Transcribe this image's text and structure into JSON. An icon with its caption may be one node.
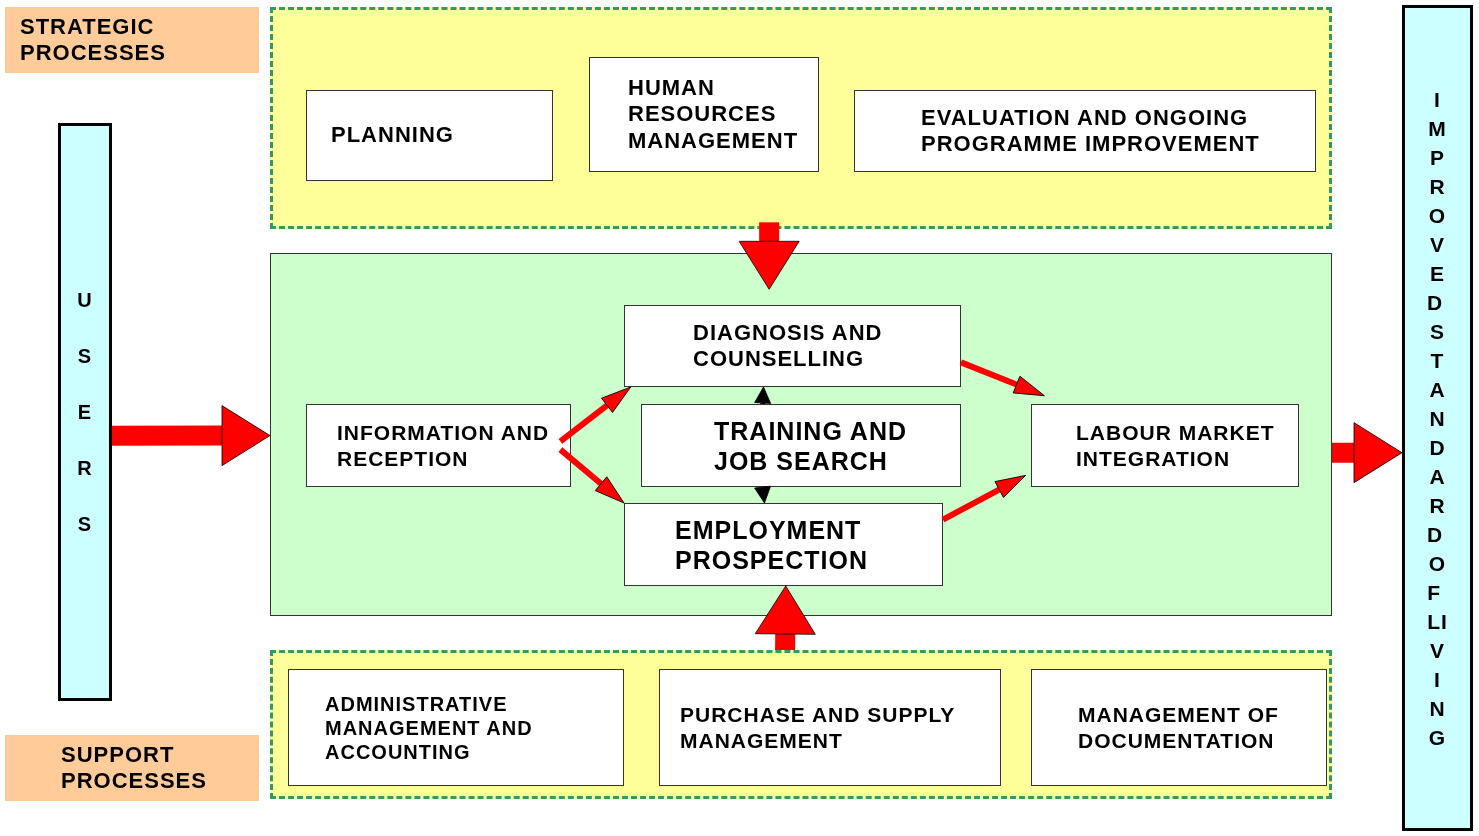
{
  "diagram": {
    "nodes": [
      {
        "text": [
          "STRATEGIC PROCESSES"
        ]
      },
      {
        "text": [],
        "shape": "box"
      },
      {
        "text": [
          "PLANNING"
        ],
        "in": 1
      },
      {
        "text": [
          "HUMAN RESOURCES MANAGEMENT"
        ],
        "in": 1
      },
      {
        "text": [
          "EVALUATION AND ONGOING PROGRAMME IMPROVEMENT"
        ],
        "in": 1
      },
      {
        "text": [
          "USERS"
        ]
      },
      {
        "text": [],
        "shape": "box"
      },
      {
        "text": [
          "INFORMATION AND RECEPTION"
        ],
        "in": 6
      },
      {
        "text": [
          "DIAGNOSIS AND COUNSELLING"
        ],
        "in": 6
      },
      {
        "text": [
          "TRAINING AND JOB SEARCH"
        ],
        "in": 6
      },
      {
        "text": [
          "EMPLOYMENT PROSPECTION"
        ],
        "in": 6
      },
      {
        "text": [
          "LABOUR MARKET INTEGRATION"
        ],
        "in": 6
      },
      {
        "text": [
          "IMPROVED STANDARD OF LIVING"
        ]
      },
      {
        "text": [],
        "shape": "box"
      },
      {
        "text": [
          "ADMINISTRATIVE MANAGEMENT AND ACCOUNTING"
        ],
        "in": 13
      },
      {
        "text": [
          "PURCHASE AND SUPPLY MANAGEMENT"
        ],
        "in": 13
      },
      {
        "text": [
          "MANAGEMENT OF DOCUMENTATION"
        ],
        "in": 13
      },
      {
        "text": [
          "SUPPORT PROCESSES"
        ]
      }
    ],
    "edges": [
      {
        "from": 1,
        "to": 6,
        "arrow": "to",
        "style": "thick"
      },
      {
        "from": 5,
        "to": 6,
        "arrow": "to",
        "style": "thick"
      },
      {
        "from": 7,
        "to": 8,
        "arrow": "to"
      },
      {
        "from": 7,
        "to": 10,
        "arrow": "to"
      },
      {
        "from": 8,
        "to": 11,
        "arrow": "to"
      },
      {
        "from": 10,
        "to": 11,
        "arrow": "to"
      },
      {
        "from": 9,
        "to": 8,
        "arrow": "to",
        "color": "#000000"
      },
      {
        "from": 9,
        "to": 10,
        "arrow": "to",
        "color": "#000000"
      },
      {
        "from": 13,
        "to": 10,
        "arrow": "to",
        "style": "thick"
      },
      {
        "from": 6,
        "to": 12,
        "arrow": "to",
        "style": "thick"
      }
    ]
  }
}
